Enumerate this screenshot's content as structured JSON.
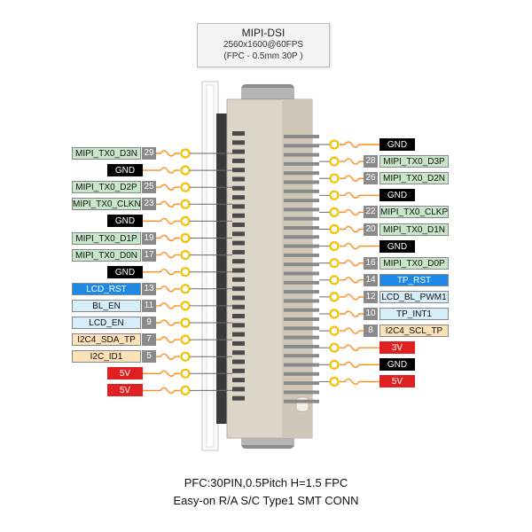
{
  "header": {
    "title": "MIPI-DSI",
    "resolution": "2560x1600@60FPS",
    "connector": "(FPC - 0.5mm 30P )"
  },
  "footer": {
    "line1": "PFC:30PIN,0.5Pitch H=1.5 FPC",
    "line2": "Easy-on R/A S/C Type1 SMT CONN"
  },
  "colors": {
    "signal_green": "#c8e6c9",
    "ground_black": "#000000",
    "power_red": "#e02020",
    "control_blue": "#1e88e5",
    "gpio_lightblue": "#d6eefa",
    "i2c_orange": "#fbe0b8",
    "wire_orange": "#ff8c1a",
    "pad_yellow": "#f2c200"
  },
  "left_pins": [
    {
      "label": "MIPI_TX0_D3N",
      "num": "29",
      "type": "signal"
    },
    {
      "label": "GND",
      "num": "",
      "type": "ground"
    },
    {
      "label": "MIPI_TX0_D2P",
      "num": "25",
      "type": "signal"
    },
    {
      "label": "MIPI_TX0_CLKN",
      "num": "23",
      "type": "signal"
    },
    {
      "label": "GND",
      "num": "",
      "type": "ground"
    },
    {
      "label": "MIPI_TX0_D1P",
      "num": "19",
      "type": "signal"
    },
    {
      "label": "MIPI_TX0_D0N",
      "num": "17",
      "type": "signal"
    },
    {
      "label": "GND",
      "num": "",
      "type": "ground"
    },
    {
      "label": "LCD_RST",
      "num": "13",
      "type": "control"
    },
    {
      "label": "BL_EN",
      "num": "11",
      "type": "gpio"
    },
    {
      "label": "LCD_EN",
      "num": "9",
      "type": "gpio"
    },
    {
      "label": "I2C4_SDA_TP",
      "num": "7",
      "type": "i2c"
    },
    {
      "label": "I2C_ID1",
      "num": "5",
      "type": "i2c"
    },
    {
      "label": "5V",
      "num": "",
      "type": "power"
    },
    {
      "label": "5V",
      "num": "",
      "type": "power"
    }
  ],
  "right_pins": [
    {
      "label": "GND",
      "num": "",
      "type": "ground"
    },
    {
      "label": "MIPI_TX0_D3P",
      "num": "28",
      "type": "signal"
    },
    {
      "label": "MIPI_TX0_D2N",
      "num": "26",
      "type": "signal"
    },
    {
      "label": "GND",
      "num": "",
      "type": "ground"
    },
    {
      "label": "MIPI_TX0_CLKP",
      "num": "22",
      "type": "signal"
    },
    {
      "label": "MIPI_TX0_D1N",
      "num": "20",
      "type": "signal"
    },
    {
      "label": "GND",
      "num": "",
      "type": "ground"
    },
    {
      "label": "MIPI_TX0_D0P",
      "num": "16",
      "type": "signal"
    },
    {
      "label": "TP_RST",
      "num": "14",
      "type": "control"
    },
    {
      "label": "LCD_BL_PWM1",
      "num": "12",
      "type": "gpio"
    },
    {
      "label": "TP_INT1",
      "num": "10",
      "type": "gpio"
    },
    {
      "label": "I2C4_SCL_TP",
      "num": "8",
      "type": "i2c"
    },
    {
      "label": "3V",
      "num": "",
      "type": "power"
    },
    {
      "label": "GND",
      "num": "",
      "type": "ground"
    },
    {
      "label": "5V",
      "num": "",
      "type": "power"
    }
  ]
}
